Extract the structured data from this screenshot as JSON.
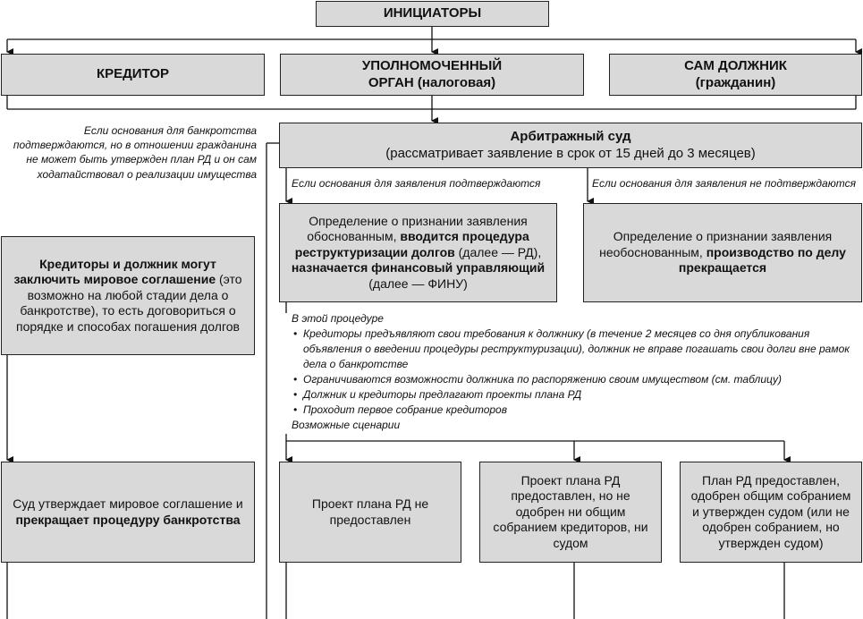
{
  "initiators": {
    "title": "ИНИЦИАТОРЫ"
  },
  "creditor": {
    "title": "КРЕДИТОР"
  },
  "authority": {
    "line1": "УПОЛНОМОЧЕННЫЙ",
    "line2a": "ОРГАН",
    "line2b": " (налоговая)"
  },
  "debtor": {
    "line1": "САМ ДОЛЖНИК",
    "line2": "(гражданин)"
  },
  "court": {
    "title": "Арбитражный суд",
    "subtitle": "(рассматривает заявление в срок от 15 дней до 3 месяцев)"
  },
  "left_note": "Если основания для банкротства подтверждаются, но в отношении гражданина не может быть утвержден план РД и он сам ходатайствовал о реализации имущества",
  "confirmed_note": "Если основания для заявления подтверждаются",
  "not_confirmed_note": "Если основания для заявления не подтверждаются",
  "restructuring": {
    "p1": "Определение о признании заявления обоснованным, ",
    "b1": "вводится процедура реструктуризации долгов",
    "p2": " (далее — РД), ",
    "b2": "назначается финансовый управляющий",
    "p3": " (далее — ФИНУ)"
  },
  "termination": {
    "p1": "Определение о признании заявления необоснованным, ",
    "b1": "производство по делу прекращается"
  },
  "settlement": {
    "b1": "Кредиторы и должник могут заключить мировое соглашение",
    "p1": " (это возможно на любой стадии дела о банкротстве), то есть договориться о порядке и способах погашения долгов"
  },
  "procedure": {
    "heading": "В этой процедуре",
    "items": [
      "Кредиторы предъявляют свои требования к должнику (в течение 2 месяцев со дня опубликования объявления о введении процедуры реструктуризации), должник не вправе погашать свои долги вне рамок дела о банкротстве",
      "Ограничиваются возможности должника по распоряжению своим имуществом (см. таблицу)",
      "Должник и кредиторы предлагают проекты плана РД",
      "Проходит первое собрание кредиторов"
    ],
    "scenarios": "Возможные сценарии"
  },
  "court_approves": {
    "p1": "Суд утверждает мировое соглашение и ",
    "b1": "прекращает процедуру банкротства"
  },
  "scenario1": "Проект плана РД не предоставлен",
  "scenario2": "Проект плана РД предоставлен, но не одобрен ни общим собранием кредиторов, ни судом",
  "scenario3": "План РД предоставлен, одобрен общим собранием и утвержден судом (или не одобрен собранием, но утвержден судом)"
}
